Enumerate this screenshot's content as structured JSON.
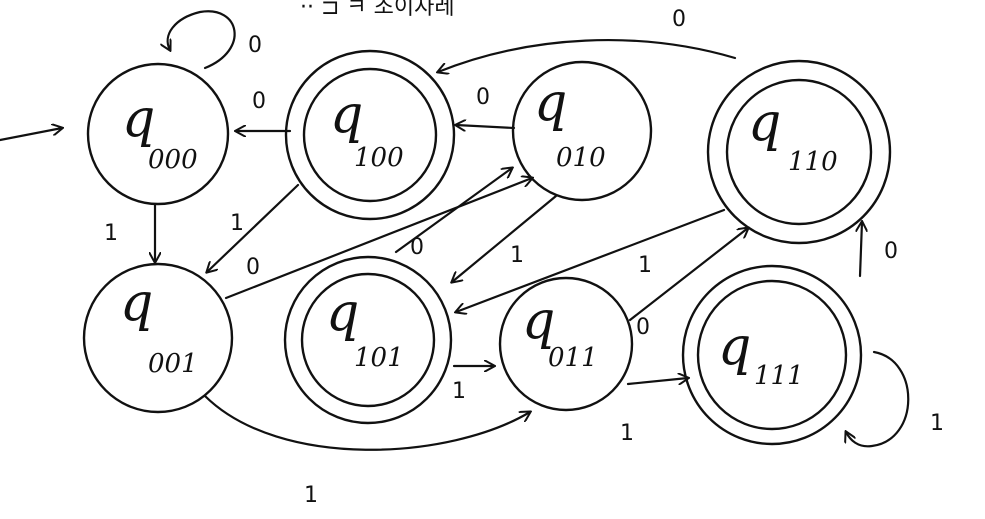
{
  "title_fragment": "·· ⊐ ㅋ 조이자레",
  "states": [
    {
      "id": "q000",
      "symbol": "q",
      "subscript": "000",
      "accepting": false,
      "initial": true
    },
    {
      "id": "q100",
      "symbol": "q",
      "subscript": "100",
      "accepting": true,
      "initial": false
    },
    {
      "id": "q010",
      "symbol": "q",
      "subscript": "010",
      "accepting": false,
      "initial": false
    },
    {
      "id": "q110",
      "symbol": "q",
      "subscript": "110",
      "accepting": true,
      "initial": false
    },
    {
      "id": "q001",
      "symbol": "q",
      "subscript": "001",
      "accepting": false,
      "initial": false
    },
    {
      "id": "q101",
      "symbol": "q",
      "subscript": "101",
      "accepting": true,
      "initial": false
    },
    {
      "id": "q011",
      "symbol": "q",
      "subscript": "011",
      "accepting": false,
      "initial": false
    },
    {
      "id": "q111",
      "symbol": "q",
      "subscript": "111",
      "accepting": true,
      "initial": false
    }
  ],
  "transitions": [
    {
      "from": "q000",
      "to": "q000",
      "label": "0"
    },
    {
      "from": "q000",
      "to": "q001",
      "label": "1"
    },
    {
      "from": "q100",
      "to": "q000",
      "label": "0"
    },
    {
      "from": "q100",
      "to": "q001",
      "label": "1"
    },
    {
      "from": "q010",
      "to": "q100",
      "label": "0"
    },
    {
      "from": "q010",
      "to": "q101",
      "label": "1"
    },
    {
      "from": "q110",
      "to": "q100",
      "label": "0"
    },
    {
      "from": "q110",
      "to": "q101",
      "label": "1"
    },
    {
      "from": "q001",
      "to": "q010",
      "label": "0"
    },
    {
      "from": "q001",
      "to": "q011",
      "label": "1"
    },
    {
      "from": "q101",
      "to": "q010",
      "label": "0"
    },
    {
      "from": "q101",
      "to": "q011",
      "label": "1"
    },
    {
      "from": "q011",
      "to": "q110",
      "label": "0"
    },
    {
      "from": "q011",
      "to": "q111",
      "label": "1"
    },
    {
      "from": "q111",
      "to": "q110",
      "label": "0"
    },
    {
      "from": "q111",
      "to": "q111",
      "label": "1"
    }
  ],
  "edge_labels": {
    "q000_self": "0",
    "q000_q001": "1",
    "q100_q000": "0",
    "q100_q001": "1",
    "q010_q100": "0",
    "q010_q101": "1",
    "q110_q100": "0",
    "q110_q101": "1",
    "q001_q010": "0",
    "q001_q011": "1",
    "q101_q010": "0",
    "q101_q011": "1",
    "q011_q110": "0",
    "q011_q111": "1",
    "q111_q110": "0",
    "q111_self": "1"
  }
}
